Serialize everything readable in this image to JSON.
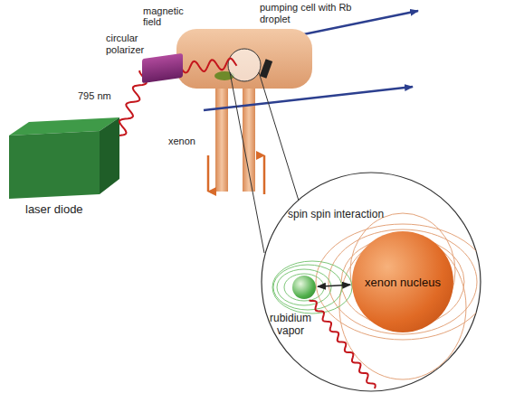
{
  "diagram": {
    "nodes": [
      {
        "text": [
          "laser diode"
        ]
      },
      {
        "text": [
          "circular polarizer"
        ]
      },
      {
        "text": [
          "pumping cell with Rb droplet"
        ]
      },
      {
        "text": [
          "rubidium vapor"
        ]
      },
      {
        "text": [
          "xenon nucleus"
        ]
      }
    ],
    "edges": [
      {
        "from": 3,
        "to": 4,
        "arrow": "both"
      }
    ],
    "labels": [
      "795 nm",
      "magnetic field",
      "xenon",
      "spin spin interaction"
    ]
  }
}
